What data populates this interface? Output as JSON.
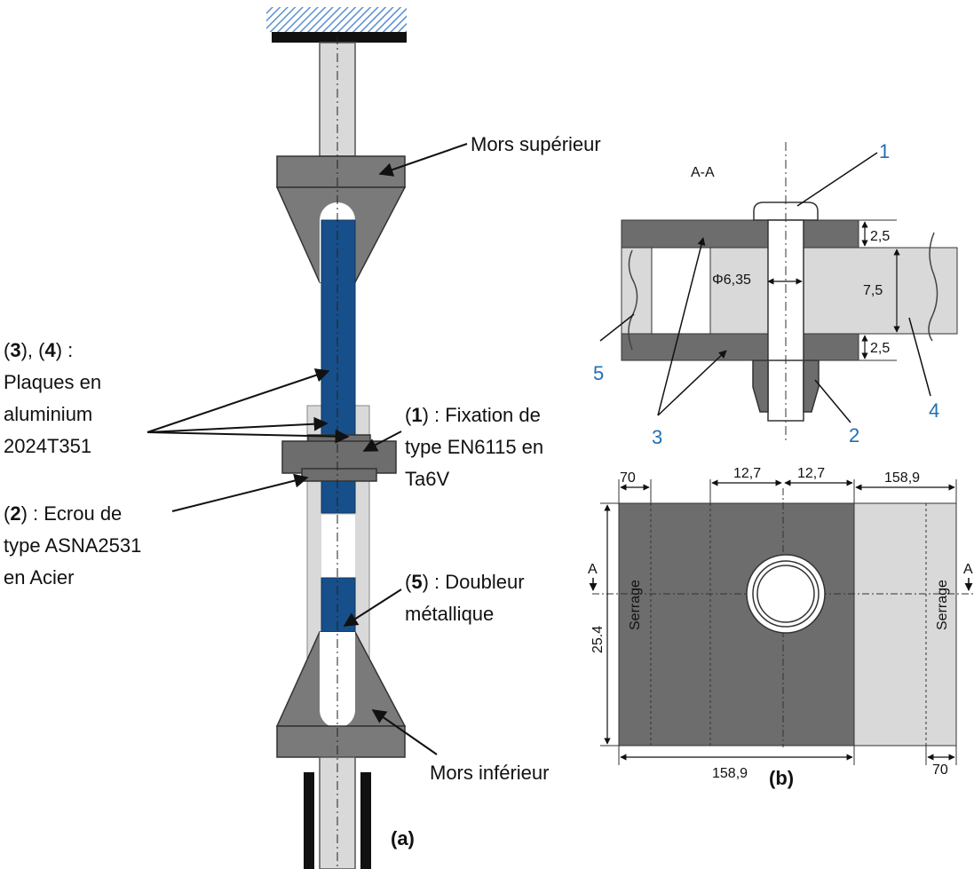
{
  "panel_a": {
    "mors_superieur": "Mors supérieur",
    "mors_inferieur": "Mors inférieur",
    "plates": {
      "num3": "3",
      "num4": "4",
      "line1_suffix": " :",
      "line2": "Plaques en",
      "line3": "aluminium",
      "line4": "2024T351"
    },
    "fixation": {
      "num": "1",
      "line1_suffix": " : Fixation de",
      "line2": "type EN6115 en",
      "line3": "Ta6V"
    },
    "ecrou": {
      "num": "2",
      "line1_suffix": " : Ecrou de",
      "line2": "type ASNA2531",
      "line3": "en Acier"
    },
    "doubleur": {
      "num": "5",
      "line1_suffix": " : Doubleur",
      "line2": "métallique"
    },
    "caption": "(a)"
  },
  "panel_b": {
    "section_title": "A-A",
    "callouts": {
      "c1": "1",
      "c2": "2",
      "c3": "3",
      "c4": "4",
      "c5": "5"
    },
    "dims": {
      "t_top": "2,5",
      "t_mid": "7,5",
      "t_bot": "2,5",
      "diameter": "Φ6,35",
      "left_70": "70",
      "half_left": "12,7",
      "half_right": "12,7",
      "right_158": "158,9",
      "bottom_158": "158,9",
      "bottom_70": "70",
      "width": "25.4"
    },
    "section_marks": {
      "left": "A",
      "right": "A"
    },
    "clamp_left": "Serrage",
    "clamp_right": "Serrage",
    "caption": "(b)"
  },
  "colors": {
    "plate_blue": "#174f8a",
    "dark_gray": "#6d6d6d",
    "light_gray": "#d9d9d9",
    "hatch": "#5b8fd0",
    "callout_blue": "#1f6fb4"
  }
}
